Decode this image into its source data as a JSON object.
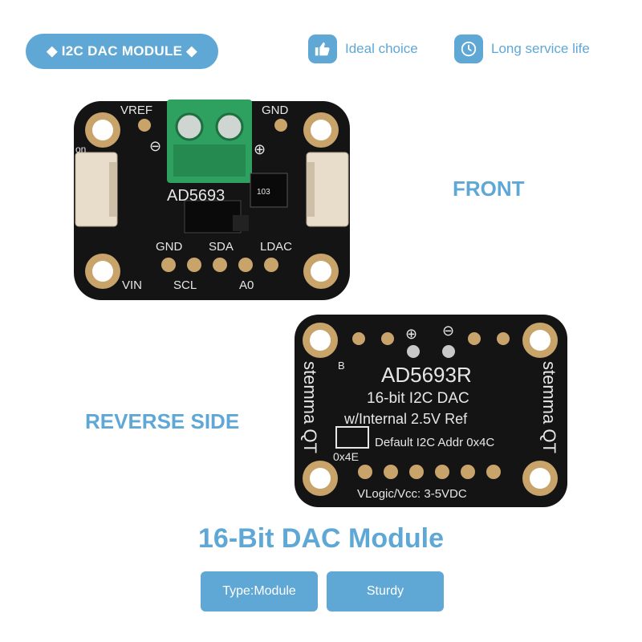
{
  "header": {
    "badge": "◆ I2C DAC MODULE ◆",
    "features": [
      {
        "label": "Ideal choice",
        "icon": "thumbs-up-icon"
      },
      {
        "label": "Long service life",
        "icon": "clock-icon"
      }
    ]
  },
  "front": {
    "caption": "FRONT",
    "pins_top": [
      "VREF",
      "GND"
    ],
    "chip": "AD5693",
    "pins_row1": [
      "GND",
      "SDA",
      "LDAC"
    ],
    "pins_row2": [
      "VIN",
      "SCL",
      "A0"
    ],
    "side_label": "on",
    "terminal_minus": "⊖",
    "terminal_plus": "⊕",
    "resistor": "103"
  },
  "reverse": {
    "caption": "REVERSE SIDE",
    "line1": "AD5693R",
    "line2": "16-bit I2C DAC",
    "line3": "w/Internal 2.5V Ref",
    "addr_default": "Default I2C Addr 0x4C",
    "addr_alt": "0x4E",
    "voltage": "VLogic/Vcc: 3-5VDC",
    "brand": "stemma QT",
    "plus": "⊕",
    "minus": "⊖",
    "b_mark": "B"
  },
  "product": {
    "title": "16-Bit DAC Module",
    "buttons": [
      "Type:Module",
      "Sturdy"
    ]
  },
  "colors": {
    "accent": "#5fa8d6",
    "pcb": "#141414",
    "gold": "#c9a46a",
    "terminal": "#2ea05f"
  }
}
